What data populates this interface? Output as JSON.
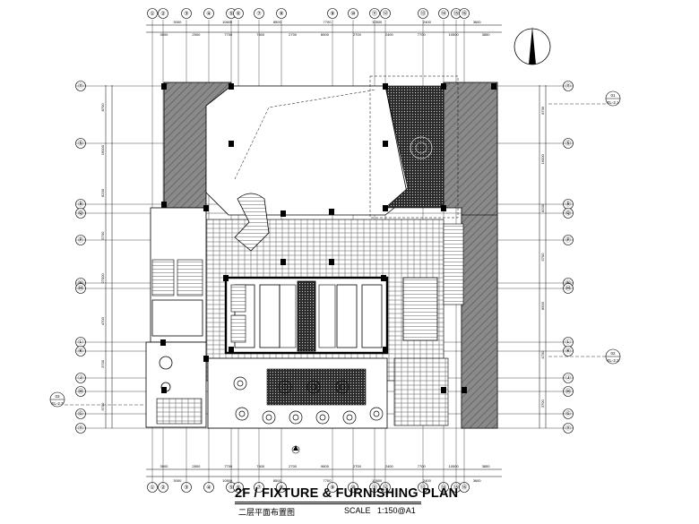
{
  "drawing": {
    "title": "2F / FIXTURE & FURNISHING PLAN",
    "subtitle": "二层平面布置图",
    "scale_label": "SCALE",
    "scale_value": "1:150@A1"
  },
  "colors": {
    "line": "#000000",
    "hatch": "#555555",
    "fill_dark": "#7a7a7a",
    "background": "#ffffff"
  },
  "grid": {
    "top_labels": [
      "①",
      "②",
      "③",
      "④",
      "⑤",
      "⑥",
      "⑦",
      "⑧",
      "⑨",
      "⑩",
      "⑪",
      "⑫",
      "⑬",
      "⑭",
      "⑮",
      "⑯"
    ],
    "left_labels": [
      "Ⓣ",
      "Ⓢ",
      "Ⓡ",
      "Ⓠ",
      "Ⓟ",
      "Ⓝ",
      "Ⓜ",
      "Ⓛ",
      "Ⓚ",
      "Ⓙ",
      "Ⓗ",
      "Ⓖ"
    ],
    "top_dims_outer": [
      "3000",
      "10600",
      "8500",
      "7700",
      "10500",
      "2400",
      "3600"
    ],
    "top_dims_inner": [
      "3000",
      "2500",
      "7700",
      "7400",
      "2700",
      "8500",
      "2700",
      "2400",
      "7700",
      "10500",
      "3850"
    ],
    "bottom_dims_inner": [
      "3000",
      "2800",
      "7700",
      "7400",
      "2700",
      "9800",
      "2700",
      "2400",
      "7700",
      "10500",
      "3850"
    ],
    "bottom_dims_outer": [
      "3000",
      "10500",
      "8500",
      "7700",
      "10500",
      "2400",
      "3600"
    ],
    "left_dims": [
      "8700",
      "16000",
      "8200",
      "5700",
      "27000",
      "4700",
      "3700",
      "3700"
    ],
    "right_dims": [
      "8700",
      "16000",
      "8200",
      "5700",
      "8500",
      "4700",
      "3700"
    ],
    "section_tags": [
      "01",
      "EL-2.1",
      "02",
      "EL-2.2",
      "03",
      "EL-2.3"
    ]
  }
}
